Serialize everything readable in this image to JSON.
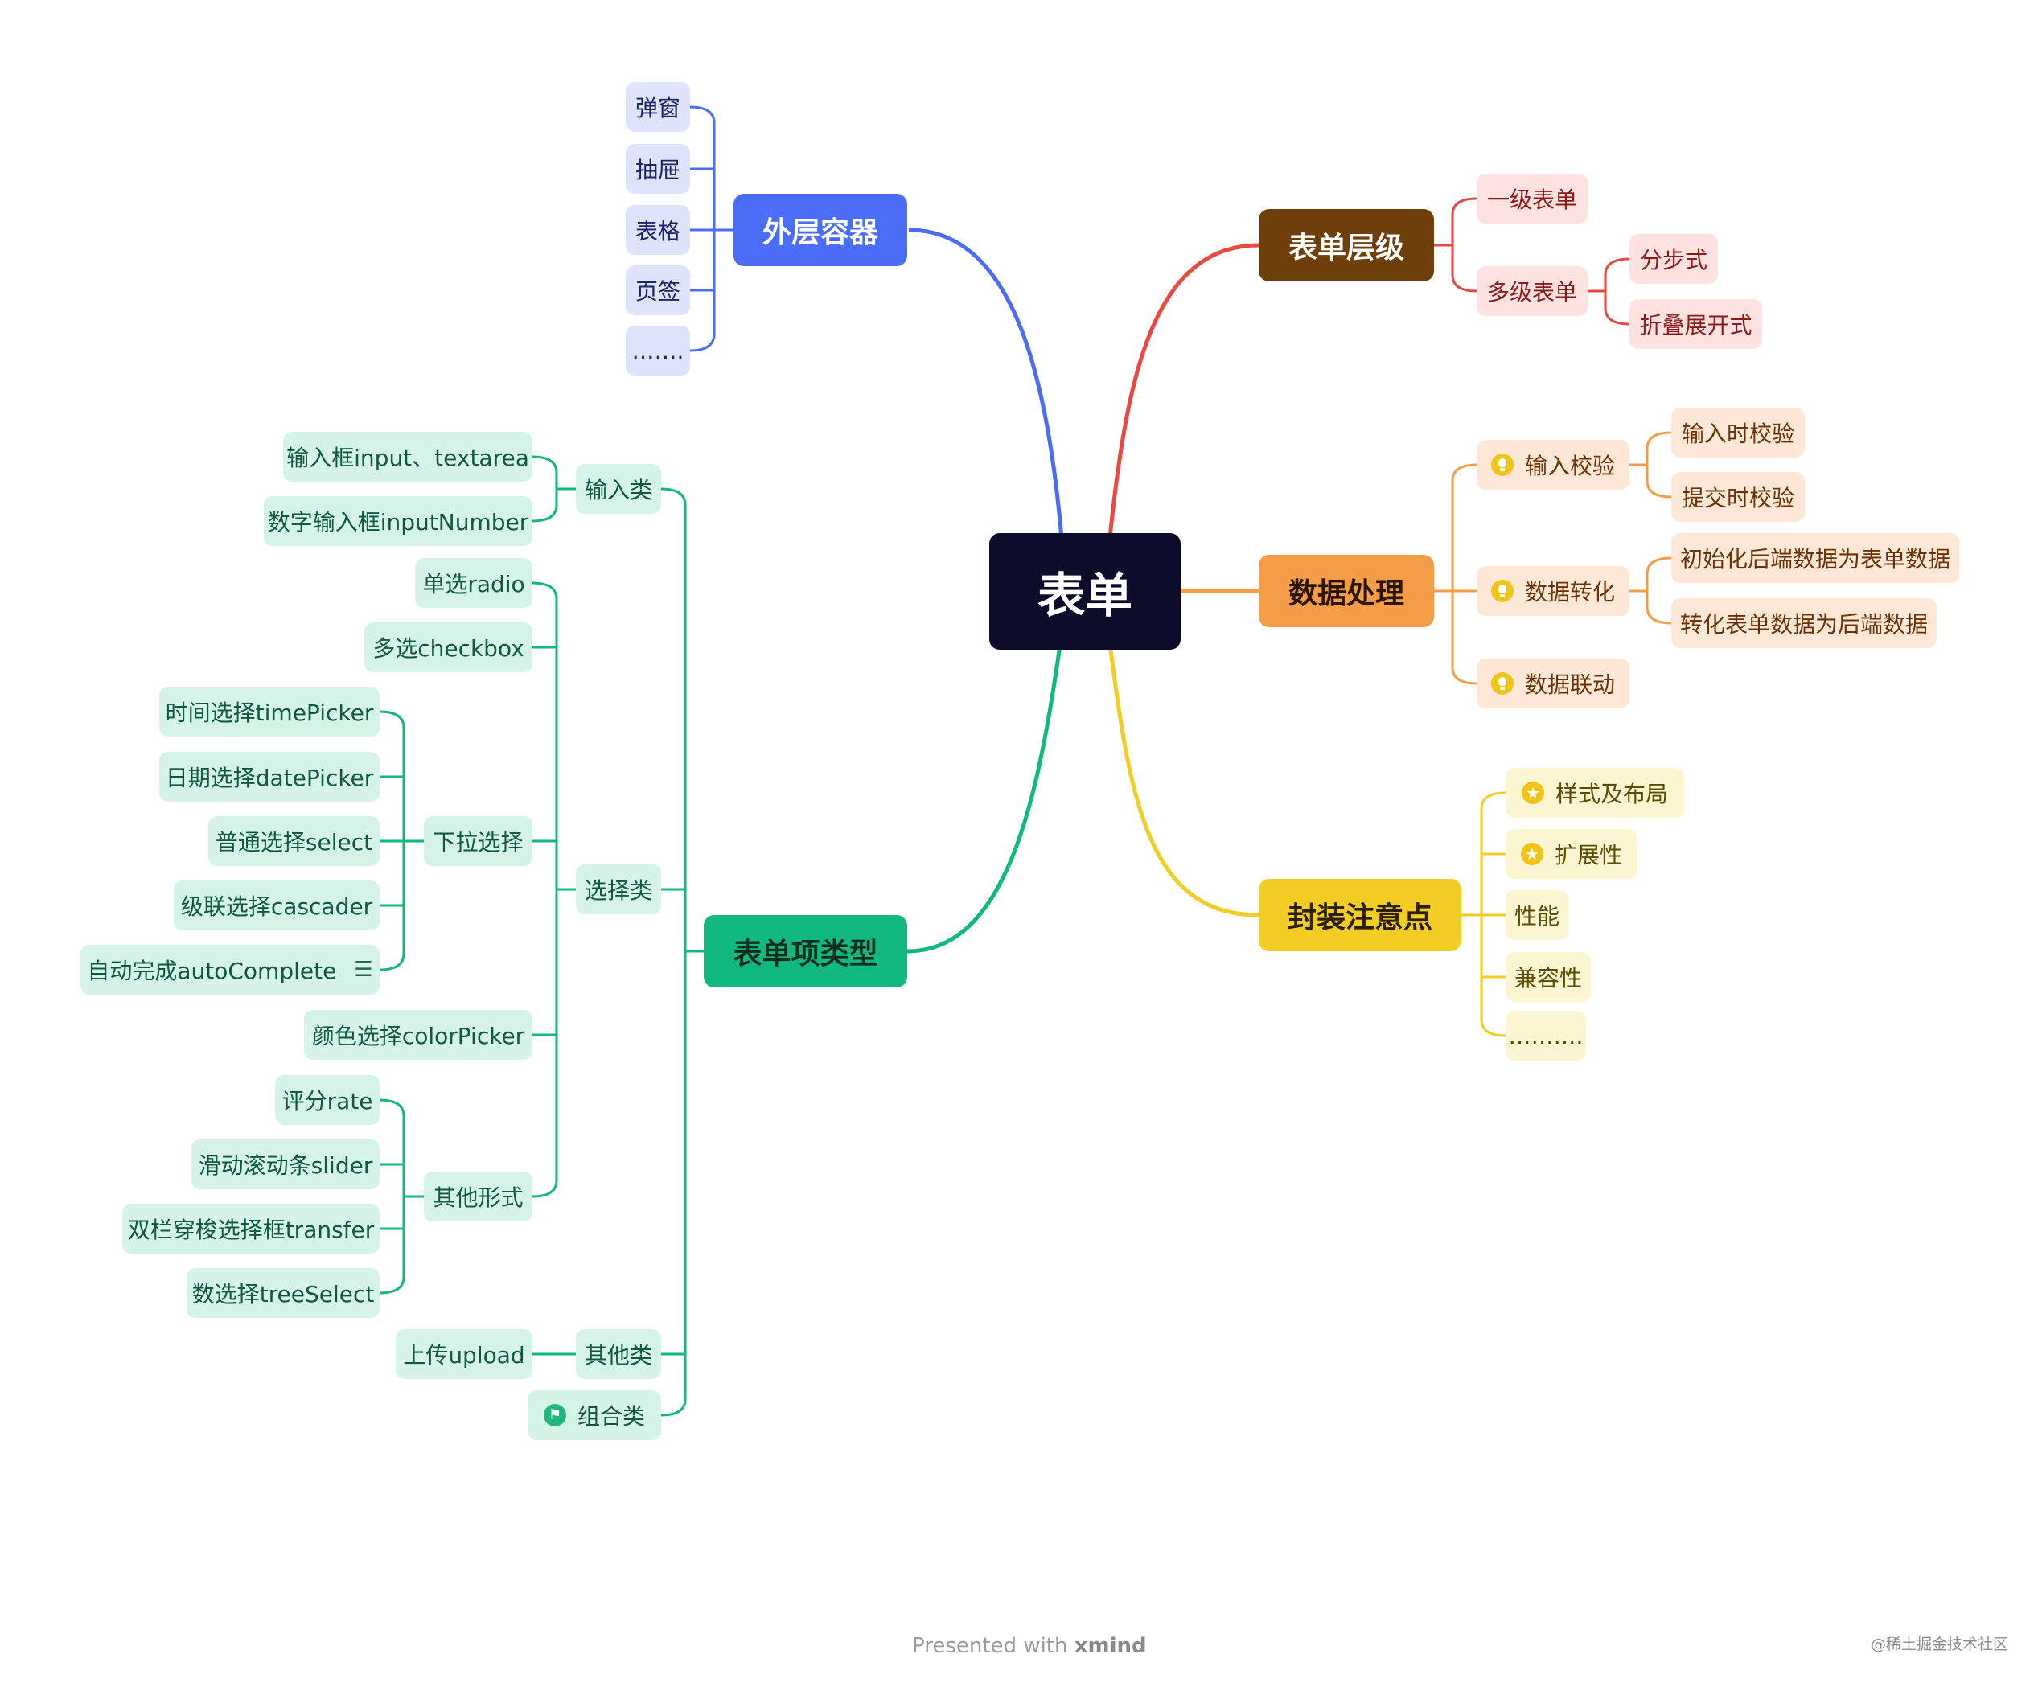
{
  "colors": {
    "root_bg": "#0d0d2b",
    "blue": "#4a6cf7",
    "red": "#e84a43",
    "orange": "#f59d46",
    "green": "#11b87f",
    "yellow": "#f1cd25",
    "brown": "#6e3f0a"
  },
  "root": {
    "label": "表单"
  },
  "branches": {
    "outer": {
      "label": "外层容器",
      "children": [
        "弹窗",
        "抽屉",
        "表格",
        "页签",
        "……."
      ]
    },
    "level": {
      "label": "表单层级",
      "children": {
        "single": "一级表单",
        "multi": "多级表单",
        "step": "分步式",
        "fold": "折叠展开式"
      }
    },
    "data": {
      "label": "数据处理",
      "validate": "输入校验",
      "validate_children": [
        "输入时校验",
        "提交时校验"
      ],
      "convert": "数据转化",
      "convert_children": [
        "初始化后端数据为表单数据",
        "转化表单数据为后端数据"
      ],
      "link": "数据联动",
      "icon": "bulb-icon"
    },
    "notes": {
      "label": "封装注意点",
      "children": [
        "样式及布局",
        "扩展性",
        "性能",
        "兼容性",
        "………."
      ],
      "icon": "star-icon"
    },
    "types": {
      "label": "表单项类型",
      "input": {
        "label": "输入类",
        "children": [
          "输入框input、textarea",
          "数字输入框inputNumber"
        ]
      },
      "select": {
        "label": "选择类",
        "radio": "单选radio",
        "checkbox": "多选checkbox",
        "dropdown": {
          "label": "下拉选择",
          "children": [
            "时间选择timePicker",
            "日期选择datePicker",
            "普通选择select",
            "级联选择cascader",
            "自动完成autoComplete"
          ]
        },
        "color": "颜色选择colorPicker",
        "other_forms": {
          "label": "其他形式",
          "children": [
            "评分rate",
            "滑动滚动条slider",
            "双栏穿梭选择框transfer",
            "数选择treeSelect"
          ]
        }
      },
      "other": {
        "label": "其他类",
        "children": [
          "上传upload"
        ]
      },
      "combo": {
        "label": "组合类",
        "icon": "flag-icon"
      }
    }
  },
  "footer": {
    "presented": "Presented with",
    "brand": "xmind",
    "credit": "@稀土掘金技术社区"
  }
}
